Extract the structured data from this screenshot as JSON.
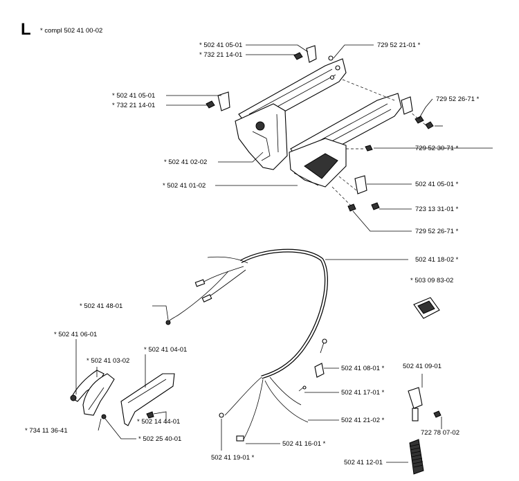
{
  "header": {
    "letter": "L",
    "text": "* compl 502 41 00-02"
  },
  "labels": [
    "* 502 41 05-01",
    "* 732 21 14-01",
    "729 52 21-01 *",
    "* 502 41 05-01",
    "* 732 21 14-01",
    "729 52 26-71 *",
    "729 52 30-71 *",
    "* 502 41 02-02",
    "* 502 41 01-02",
    "502 41 05-01 *",
    "723 13 31-01 *",
    "729 52 26-71 *",
    "502 41 18-02 *",
    "* 503 09 83-02",
    "* 502 41 48-01",
    "* 502 41 06-01",
    "* 502 41 04-01",
    "* 502 41 03-02",
    "502 41 08-01 *",
    "502 41 09-01",
    "502 41 17-01 *",
    "502 41 21-02 *",
    "* 734 11 36-41",
    "* 502 14 44-01",
    "* 502 25 40-01",
    "502 41 16-01 *",
    "722 78 07-02",
    "502 41 19-01 *",
    "502 41 12-01"
  ]
}
